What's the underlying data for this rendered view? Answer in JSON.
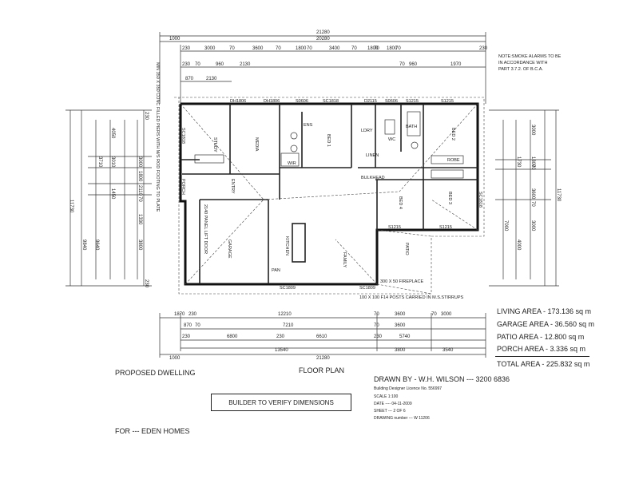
{
  "top_dims": {
    "overall": "21280",
    "row2": [
      "1000",
      "20280"
    ],
    "row3": [
      "230",
      "3000",
      "70",
      "3600",
      "70",
      "1800",
      "70",
      "3400",
      "70",
      "1800",
      "70",
      "1800",
      "70",
      "230"
    ],
    "row4": [
      "230",
      "70",
      "960",
      "2130",
      "70",
      "960",
      "1970"
    ],
    "row5": [
      "870",
      "2130"
    ]
  },
  "bottom_dims": {
    "row1": [
      "1870",
      "230",
      "12210",
      "70",
      "3600",
      "70",
      "3000"
    ],
    "row2": [
      "870",
      "70",
      "7210",
      "70",
      "3600"
    ],
    "row3": [
      "230",
      "6800",
      "230",
      "6610",
      "230",
      "5740"
    ],
    "row4": [
      "13540",
      "3800",
      "3540"
    ],
    "overall": [
      "1000",
      "21280"
    ]
  },
  "wall_labels": [
    "DH1806",
    "DH1806",
    "S0606",
    "SC1818",
    "D2115",
    "S0606",
    "S1215",
    "S1215",
    "SC1818",
    "SC1809",
    "SC1809",
    "S1215",
    "S1215",
    "SC1818"
  ],
  "rooms": {
    "study": "STUDY",
    "media": "MEDIA",
    "bed1": "BED 1",
    "wir": "WIR",
    "ens": "ENS",
    "ldry": "LDRY",
    "bath": "BATH",
    "wc": "WC",
    "bed2": "BED 2",
    "bed3": "BED 3",
    "bed4": "BED 4",
    "garage": "GARAGE",
    "kitchen": "KITCHEN",
    "family": "FAMILY",
    "patio": "PATIO",
    "porch": "PORCH",
    "entry": "ENTRY",
    "linen": "LINEN",
    "robe": "ROBE",
    "bulkhead": "BULKHEAD",
    "pantry": "PAN"
  },
  "notes": {
    "piers_note": "MIN 350 X 350 CONC FILLED PIERS WITH M/S ROD FOOTING TO PLATE",
    "posts_note": "100 X 100 F14 POSTS CARRIED IN M.S.STIRRUPS",
    "panel_lift": "2140 PANEL LIFT DOOR",
    "smoke_note": [
      "NOTE:SMOKE ALARMS TO BE",
      "IN ACCORDANCE WITH",
      "PART 3.7.2. OF B.C.A."
    ],
    "fire_rated": "300 X 50 FIREPLACE"
  },
  "left_dims": [
    "230",
    "3000",
    "1800",
    "2110",
    "70",
    "1330",
    "3800",
    "230",
    "4050",
    "3010",
    "3710",
    "1450",
    "9640",
    "9840",
    "11730"
  ],
  "right_dims": [
    "3000",
    "1800",
    "70",
    "3600",
    "70",
    "3000",
    "1730",
    "4000",
    "7000",
    "11730"
  ],
  "areas": {
    "living": "LIVING AREA - 173.136 sq m",
    "garage": "GARAGE AREA - 36.560 sq m",
    "patio": "PATIO AREA - 12.800 sq m",
    "porch": "PORCH AREA - 3.336 sq m",
    "total": "TOTAL AREA - 225.832 sq m"
  },
  "title_block": {
    "proposed": "PROPOSED DWELLING",
    "floor_plan": "FLOOR PLAN",
    "drawn_by": "DRAWN BY  - W.H. WILSON --- 3200 6836",
    "licence": "Building Designer Licence No. 556997",
    "scale": "SCALE 1:100",
    "date": "DATE ---- 04-11-2009",
    "sheet": "SHEET --- 2 OF 6",
    "drawing_number": "DRAWING number --- W 11206",
    "verify": "BUILDER TO VERIFY DIMENSIONS",
    "for": "FOR --- EDEN HOMES"
  }
}
